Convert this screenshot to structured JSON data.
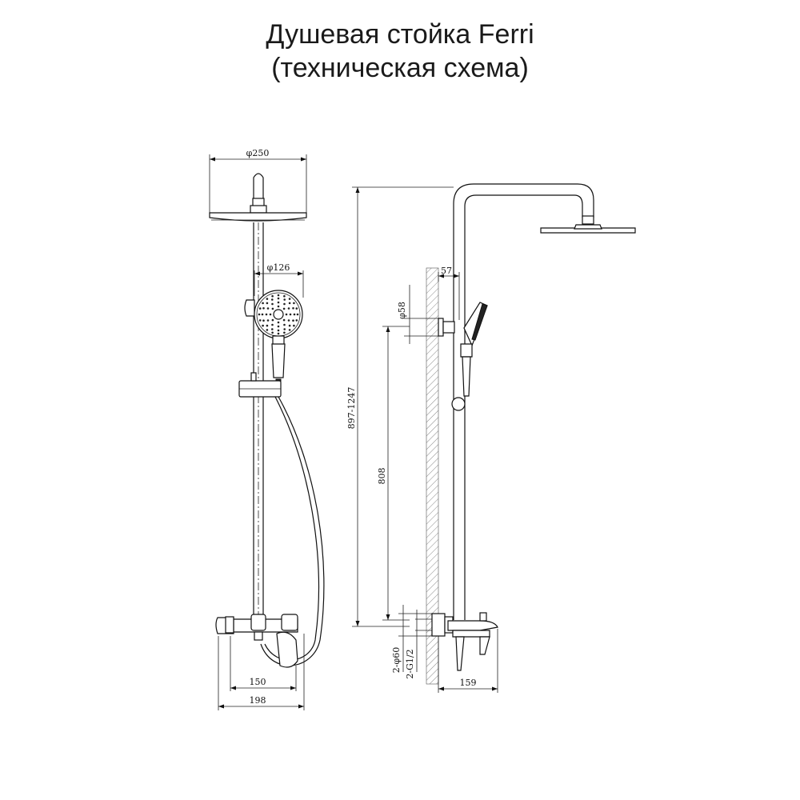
{
  "title": {
    "line1": "Душевая стойка Ferri",
    "line2": "(техническая схема)"
  },
  "dimensions": {
    "head_diameter": "φ250",
    "hand_shower_diameter": "φ126",
    "wall_offset": "57",
    "escutcheon_diameter": "φ58",
    "total_height": "897-1247",
    "mixer_to_holder_height": "808",
    "spacing_inner": "150",
    "spacing_outer": "198",
    "outlet_diameter": "2-φ60",
    "thread_size": "2-G1/2",
    "spout_depth": "159"
  },
  "colors": {
    "line": "#111111",
    "text": "#1a1a1a"
  }
}
